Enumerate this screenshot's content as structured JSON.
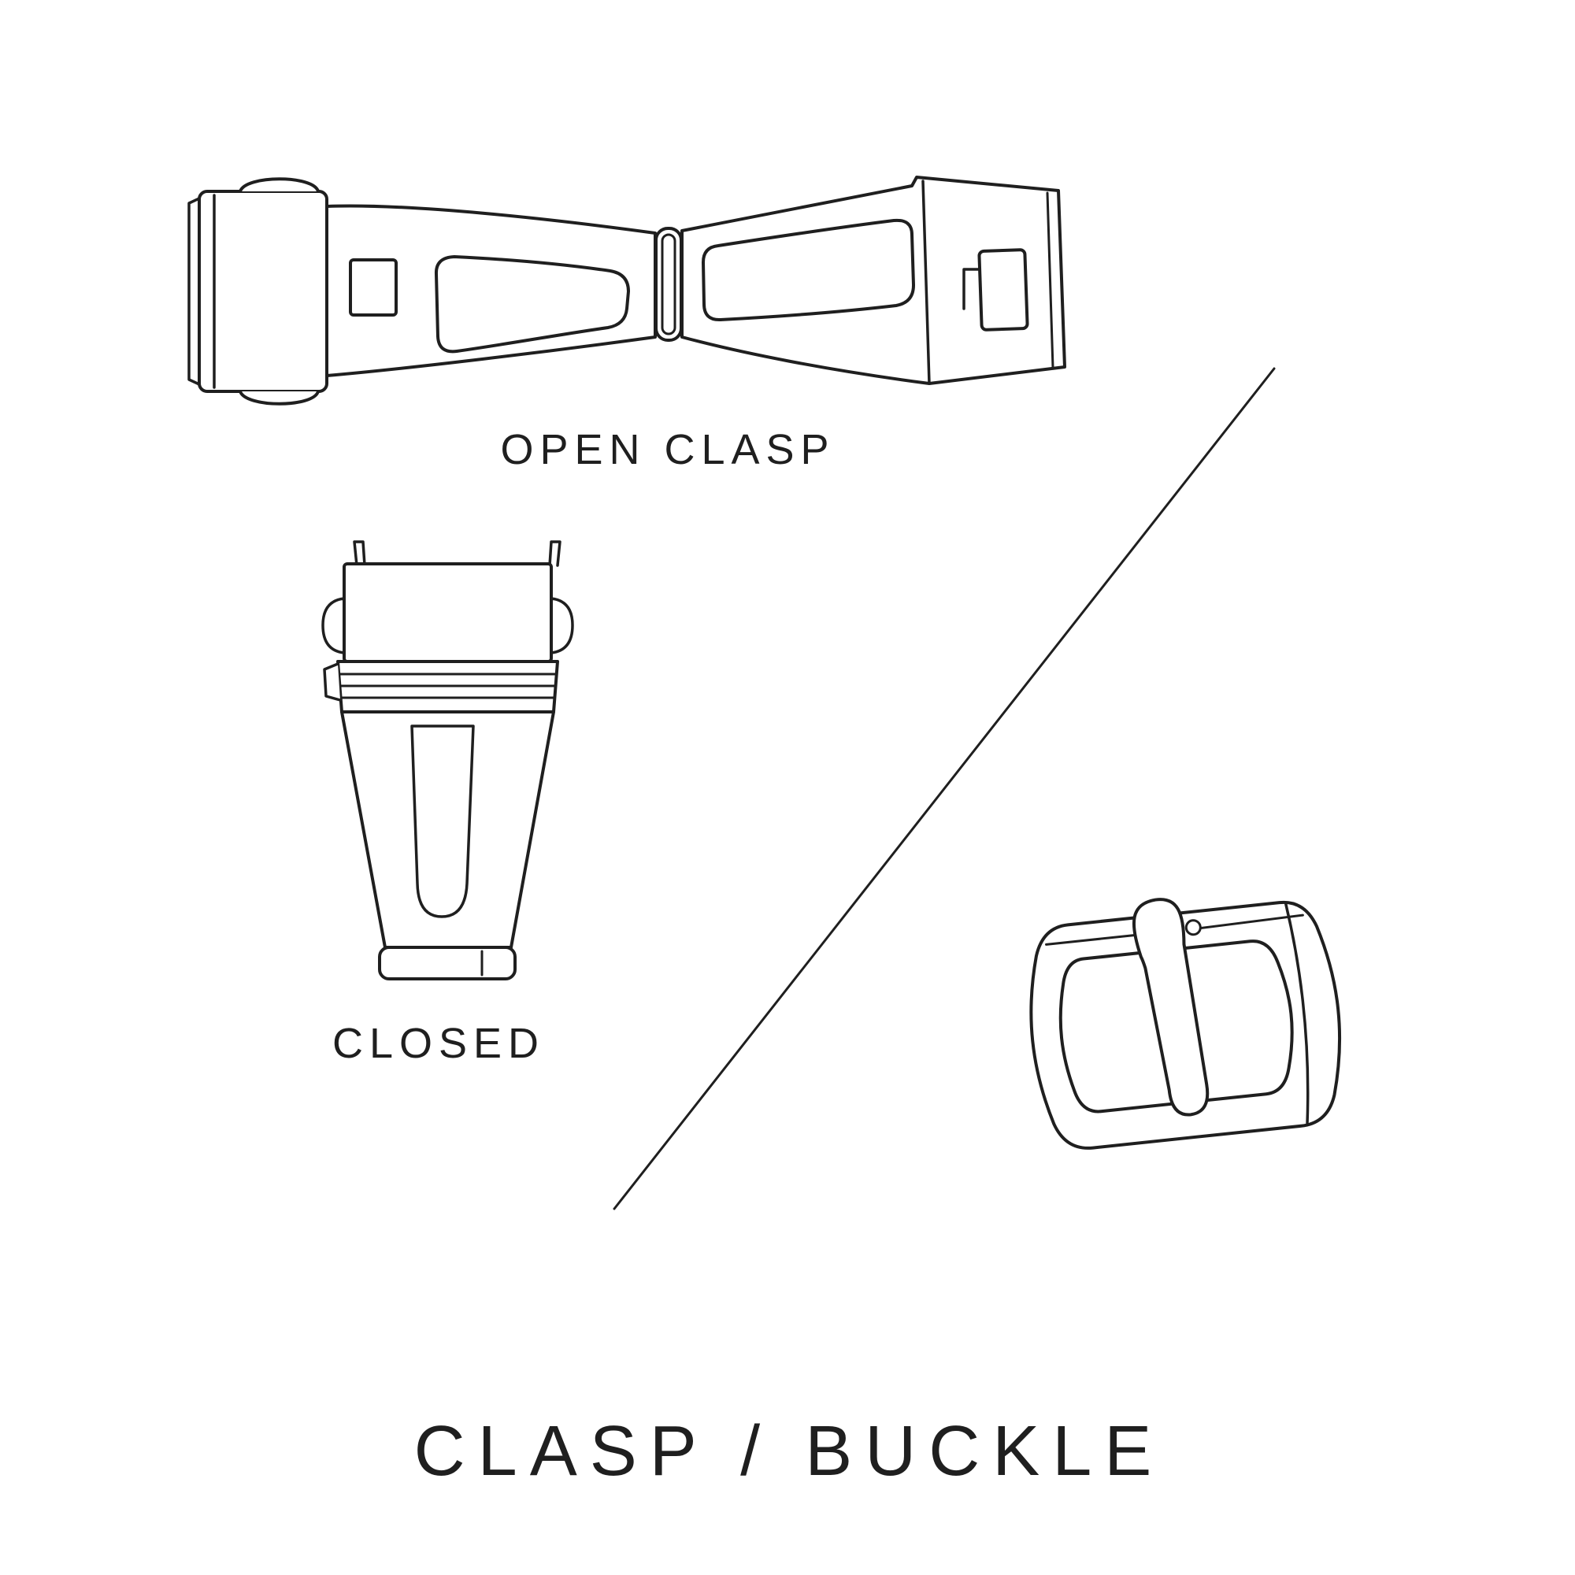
{
  "title": "CLASP / BUCKLE",
  "labels": {
    "open_clasp": "OPEN CLASP",
    "closed": "CLOSED"
  },
  "colors": {
    "ink": "#1f1f1f",
    "background": "#ffffff"
  },
  "illustrations": [
    "open-clasp-illustration",
    "closed-clasp-illustration",
    "pin-buckle-illustration",
    "diagonal-divider"
  ]
}
